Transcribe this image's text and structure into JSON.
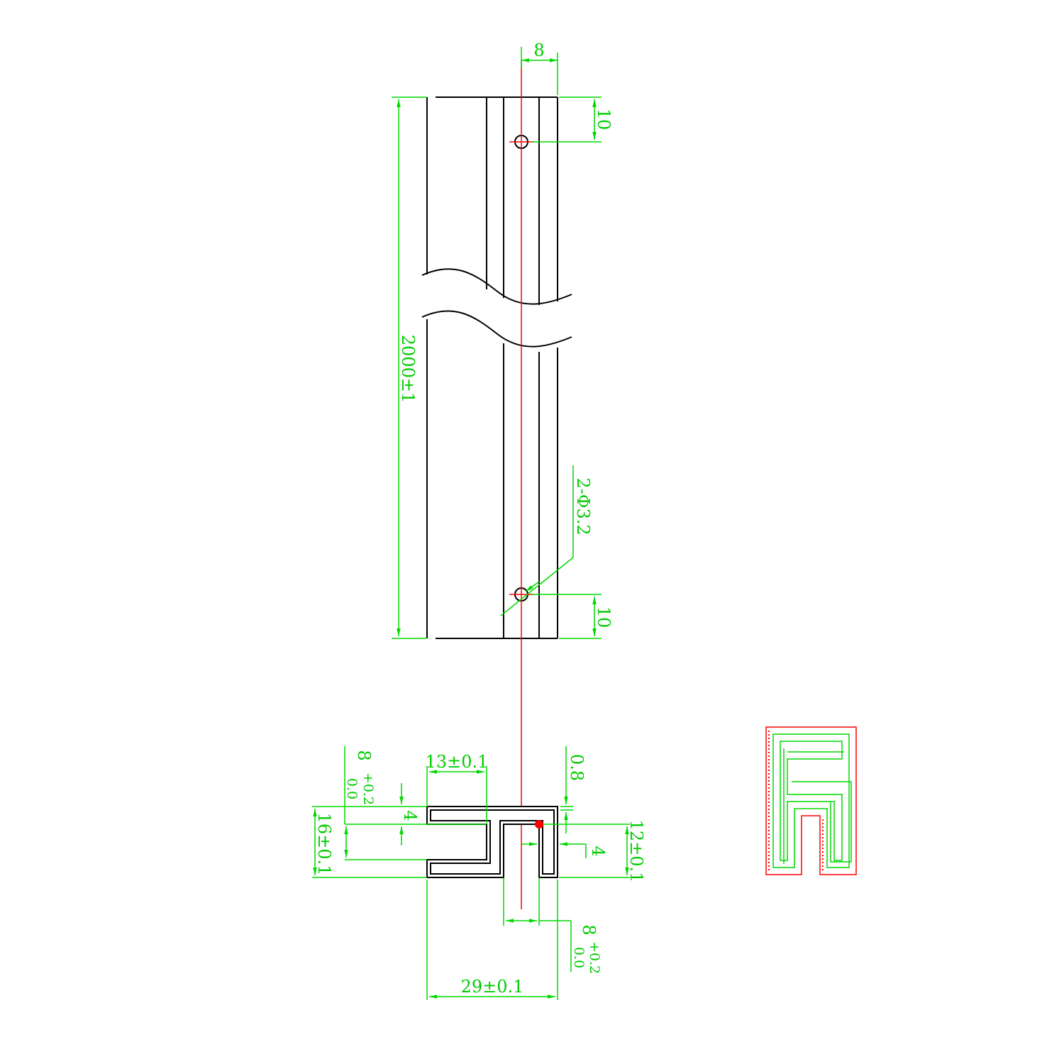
{
  "colors": {
    "outline": "#000000",
    "dimension": "#00cc00",
    "centerline": "#ff0000",
    "background": "#ffffff"
  },
  "dimensions": {
    "top_offset": "8",
    "top_hole_dist": "10",
    "bottom_hole_dist": "10",
    "length": "2000±1",
    "hole_callout": "2-Φ3.2",
    "slot_width_top": "13±0.1",
    "wall": "0.8",
    "left_tol_main": "8",
    "left_tol_plus": "+0.2",
    "left_tol_minus": "0.0",
    "left_four": "4",
    "height": "16±0.1",
    "right_height": "12±0.1",
    "right_four": "4",
    "bottom_tol_main": "8",
    "bottom_tol_plus": "+0.2",
    "bottom_tol_minus": "0.0",
    "overall_width": "29±0.1"
  }
}
